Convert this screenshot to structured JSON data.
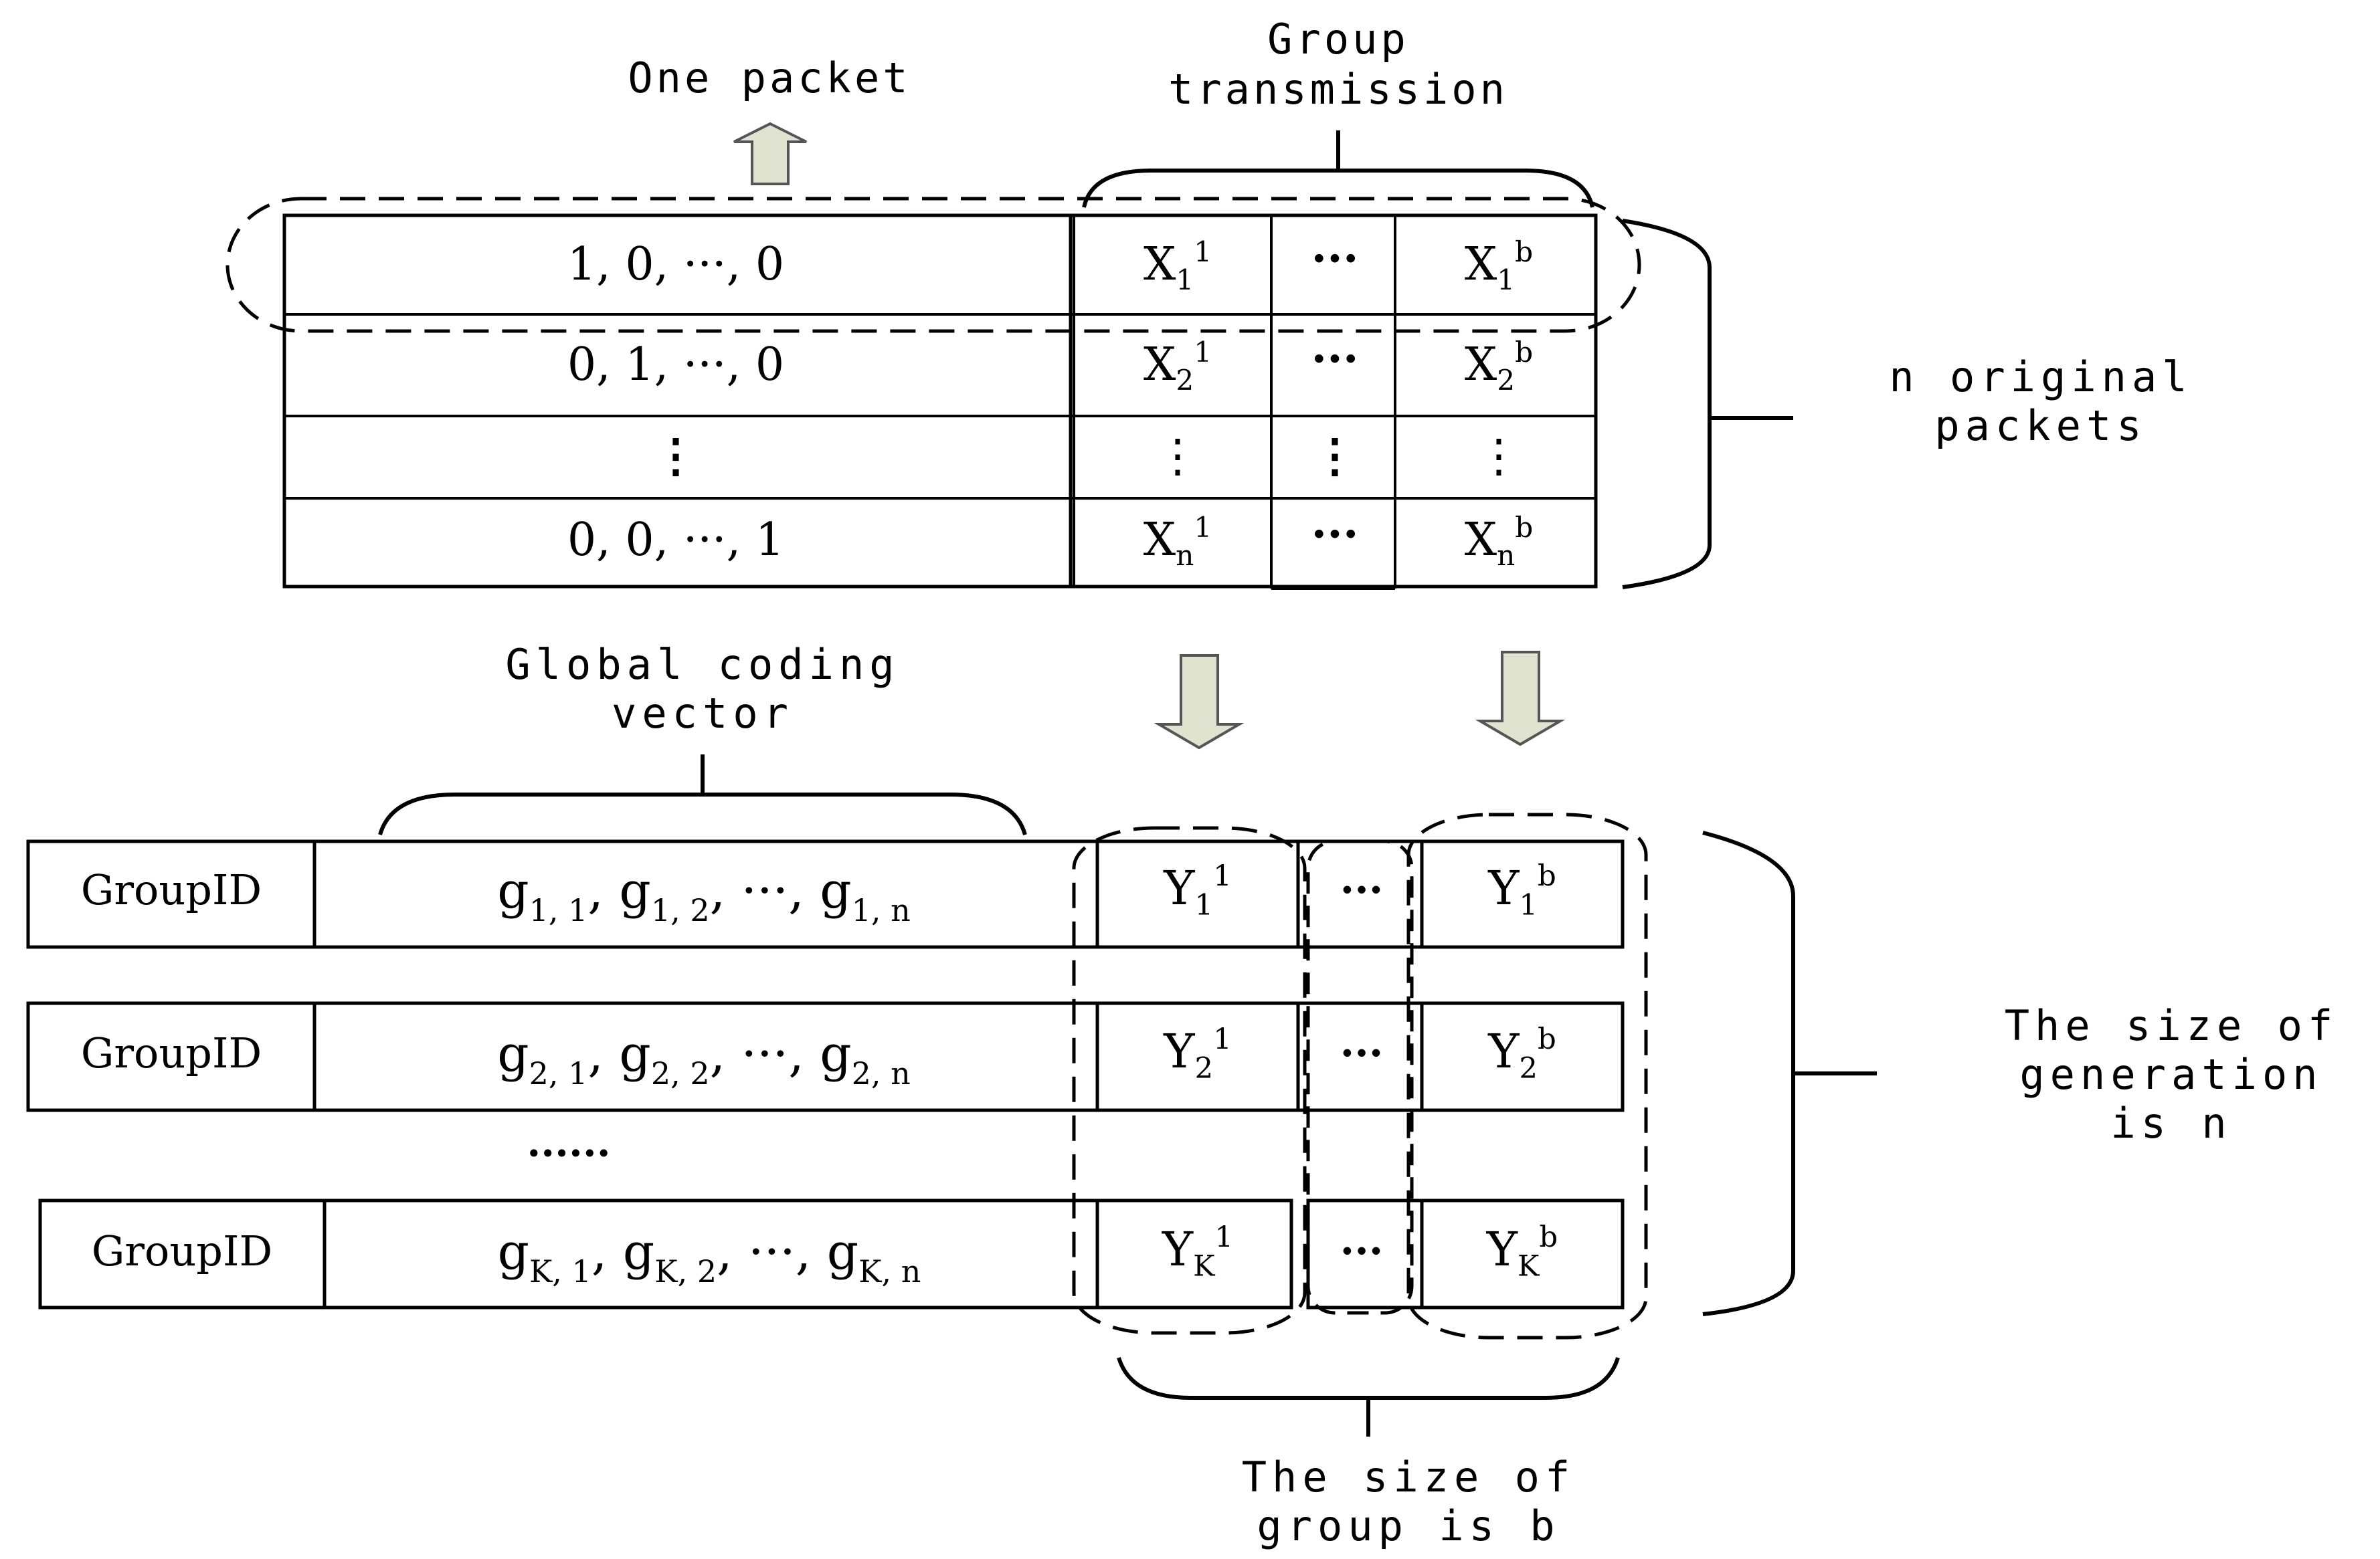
{
  "labels": {
    "one_packet": "One packet",
    "group_transmission_line1": "Group",
    "group_transmission_line2": "transmission",
    "n_original_line1": "n original",
    "n_original_line2": "packets",
    "global_coding_line1": "Global coding",
    "global_coding_line2": "vector",
    "generation_line1": "The size of",
    "generation_line2": "generation",
    "generation_line3": "is n",
    "group_size_line1": "The size of",
    "group_size_line2": "group is b"
  },
  "top_table": {
    "rows": [
      {
        "vector": "1,  0,  ···,  0",
        "first": {
          "base": "X",
          "sub": "1",
          "sup": "1"
        },
        "mid": "···",
        "last": {
          "base": "X",
          "sub": "1",
          "sup": "b"
        }
      },
      {
        "vector": "0,  1,  ···,  0",
        "first": {
          "base": "X",
          "sub": "2",
          "sup": "1"
        },
        "mid": "···",
        "last": {
          "base": "X",
          "sub": "2",
          "sup": "b"
        }
      },
      {
        "vector": "⋮",
        "first": {
          "base": "⋮",
          "sub": "",
          "sup": ""
        },
        "mid": "⋮",
        "last": {
          "base": "⋮",
          "sub": "",
          "sup": ""
        }
      },
      {
        "vector": "0,  0,  ···,  1",
        "first": {
          "base": "X",
          "sub": "n",
          "sup": "1"
        },
        "mid": "···",
        "last": {
          "base": "X",
          "sub": "n",
          "sup": "b"
        }
      }
    ]
  },
  "bottom_table": {
    "rows": [
      {
        "id": "GroupID",
        "coef": [
          {
            "base": "g",
            "sub": "1, 1"
          },
          {
            "base": "g",
            "sub": "1, 2"
          },
          {
            "base": "g",
            "sub": "1, n"
          }
        ],
        "first": {
          "base": "Y",
          "sub": "1",
          "sup": "1"
        },
        "mid": "···",
        "last": {
          "base": "Y",
          "sub": "1",
          "sup": "b"
        }
      },
      {
        "id": "GroupID",
        "coef": [
          {
            "base": "g",
            "sub": "2, 1"
          },
          {
            "base": "g",
            "sub": "2, 2"
          },
          {
            "base": "g",
            "sub": "2, n"
          }
        ],
        "first": {
          "base": "Y",
          "sub": "2",
          "sup": "1"
        },
        "mid": "···",
        "last": {
          "base": "Y",
          "sub": "2",
          "sup": "b"
        }
      },
      {
        "id": "GroupID",
        "coef": [
          {
            "base": "g",
            "sub": "K, 1"
          },
          {
            "base": "g",
            "sub": "K, 2"
          },
          {
            "base": "g",
            "sub": "K, n"
          }
        ],
        "first": {
          "base": "Y",
          "sub": "K",
          "sup": "1"
        },
        "mid": "···",
        "last": {
          "base": "Y",
          "sub": "K",
          "sup": "b"
        }
      }
    ],
    "row_ellipsis": "······"
  },
  "colors": {
    "stroke": "#000000",
    "arrow_fill": "#dfe3cf",
    "arrow_stroke": "#555555"
  }
}
